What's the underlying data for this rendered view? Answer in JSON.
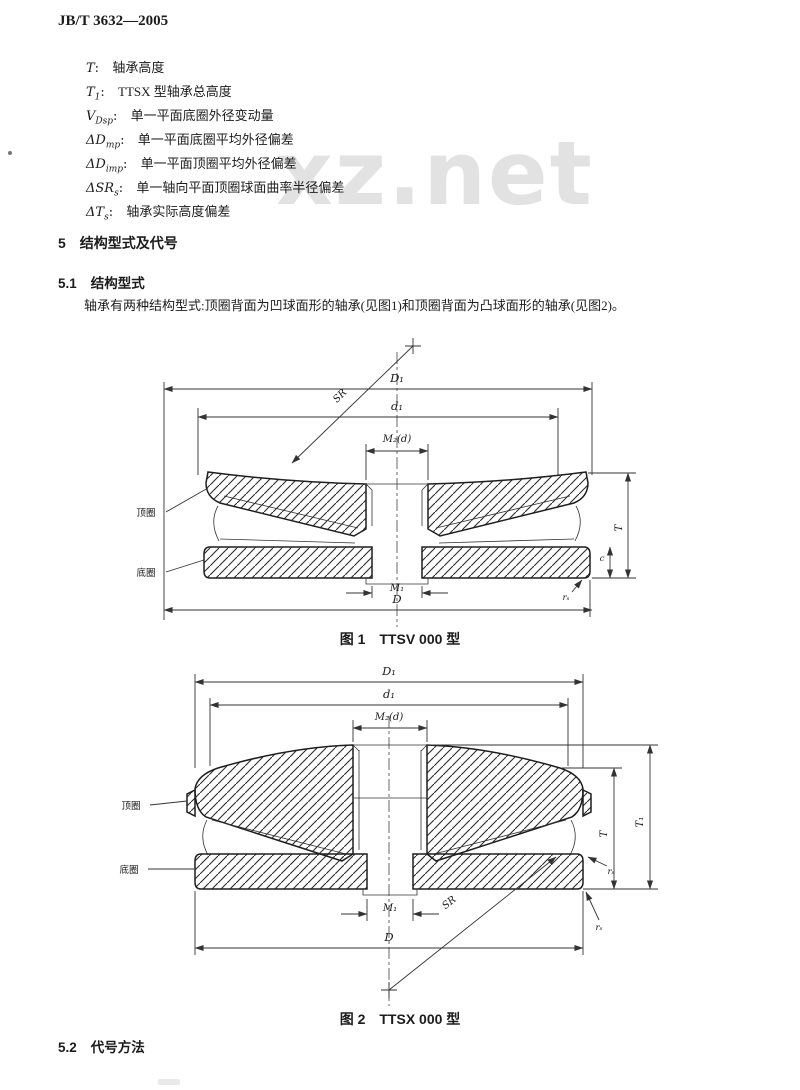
{
  "page": {
    "doc_number": "JB/T 3632—2005",
    "watermark": "xz.net"
  },
  "symbol_list": {
    "colon": ":",
    "items": [
      {
        "base": "T",
        "sub": "",
        "desc": "轴承高度"
      },
      {
        "base": "T",
        "sub": "1",
        "desc": "TTSX 型轴承总高度"
      },
      {
        "base": "V",
        "sub": "Dsp",
        "desc": "单一平面底圈外径变动量"
      },
      {
        "base": "ΔD",
        "sub": "mp",
        "desc": "单一平面底圈平均外径偏差"
      },
      {
        "base": "ΔD",
        "sub": "imp",
        "desc": "单一平面顶圈平均外径偏差"
      },
      {
        "base": "ΔSR",
        "sub": "s",
        "desc": "单一轴向平面顶圈球面曲率半径偏差"
      },
      {
        "base": "ΔT",
        "sub": "s",
        "desc": "轴承实际高度偏差"
      }
    ]
  },
  "section5": {
    "num": "5",
    "title": "结构型式及代号"
  },
  "section51": {
    "num": "5.1",
    "title": "结构型式"
  },
  "para51": "轴承有两种结构型式:顶圈背面为凹球面形的轴承(见图1)和顶圈背面为凸球面形的轴承(见图2)。",
  "figure1": {
    "caption_num": "图 1",
    "caption_title": "TTSV 000 型",
    "labels": {
      "D1": "D₁",
      "d1": "d₁",
      "M2d": "M₂(d)",
      "SR": "SR",
      "top_ring": "顶圈",
      "bottom_ring": "底圈",
      "M1": "M₁",
      "D": "D",
      "T": "T",
      "c": "c",
      "rs": "rₛ"
    }
  },
  "figure2": {
    "caption_num": "图 2",
    "caption_title": "TTSX 000 型",
    "labels": {
      "D1": "D₁",
      "d1": "d₁",
      "M2d": "M₂(d)",
      "SR": "SR",
      "top_ring": "顶圈",
      "bottom_ring": "底圈",
      "M1": "M₁",
      "D": "D",
      "T": "T",
      "T1": "T₁",
      "rs": "rₛ"
    }
  },
  "section52": {
    "num": "5.2",
    "title": "代号方法"
  }
}
